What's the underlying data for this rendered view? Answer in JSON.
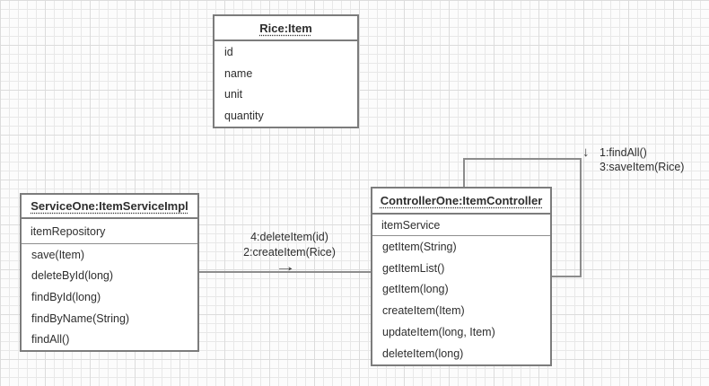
{
  "diagram": {
    "objects": {
      "rice": {
        "title": "Rice:Item",
        "fields": [
          "id",
          "name",
          "unit",
          "quantity"
        ]
      },
      "service": {
        "title": "ServiceOne:ItemServiceImpl",
        "attribute": "itemRepository",
        "methods": [
          "save(Item)",
          "deleteById(long)",
          "findById(long)",
          "findByName(String)",
          "findAll()"
        ]
      },
      "controller": {
        "title": "ControllerOne:ItemController",
        "attribute": "itemService",
        "methods": [
          "getItem(String)",
          "getItemList()",
          "getItem(long)",
          "createItem(Item)",
          "updateItem(long, Item)",
          "deleteItem(long)"
        ]
      }
    },
    "connections": {
      "service_to_controller": {
        "labels": [
          "4:deleteItem(id)",
          "2:createItem(Rice)"
        ],
        "arrow_glyph": "→"
      },
      "controller_self_loop": {
        "labels": [
          "1:findAll()",
          "3:saveItem(Rice)"
        ],
        "arrow_glyph": "↓"
      }
    },
    "colors": {
      "box_border": "#7c7c7c",
      "connector_line": "#8c8c8c",
      "text": "#2e2e2e",
      "grid_minor": "#e8e8e8",
      "grid_major": "#dcdcdc",
      "box_background": "#ffffff"
    }
  }
}
